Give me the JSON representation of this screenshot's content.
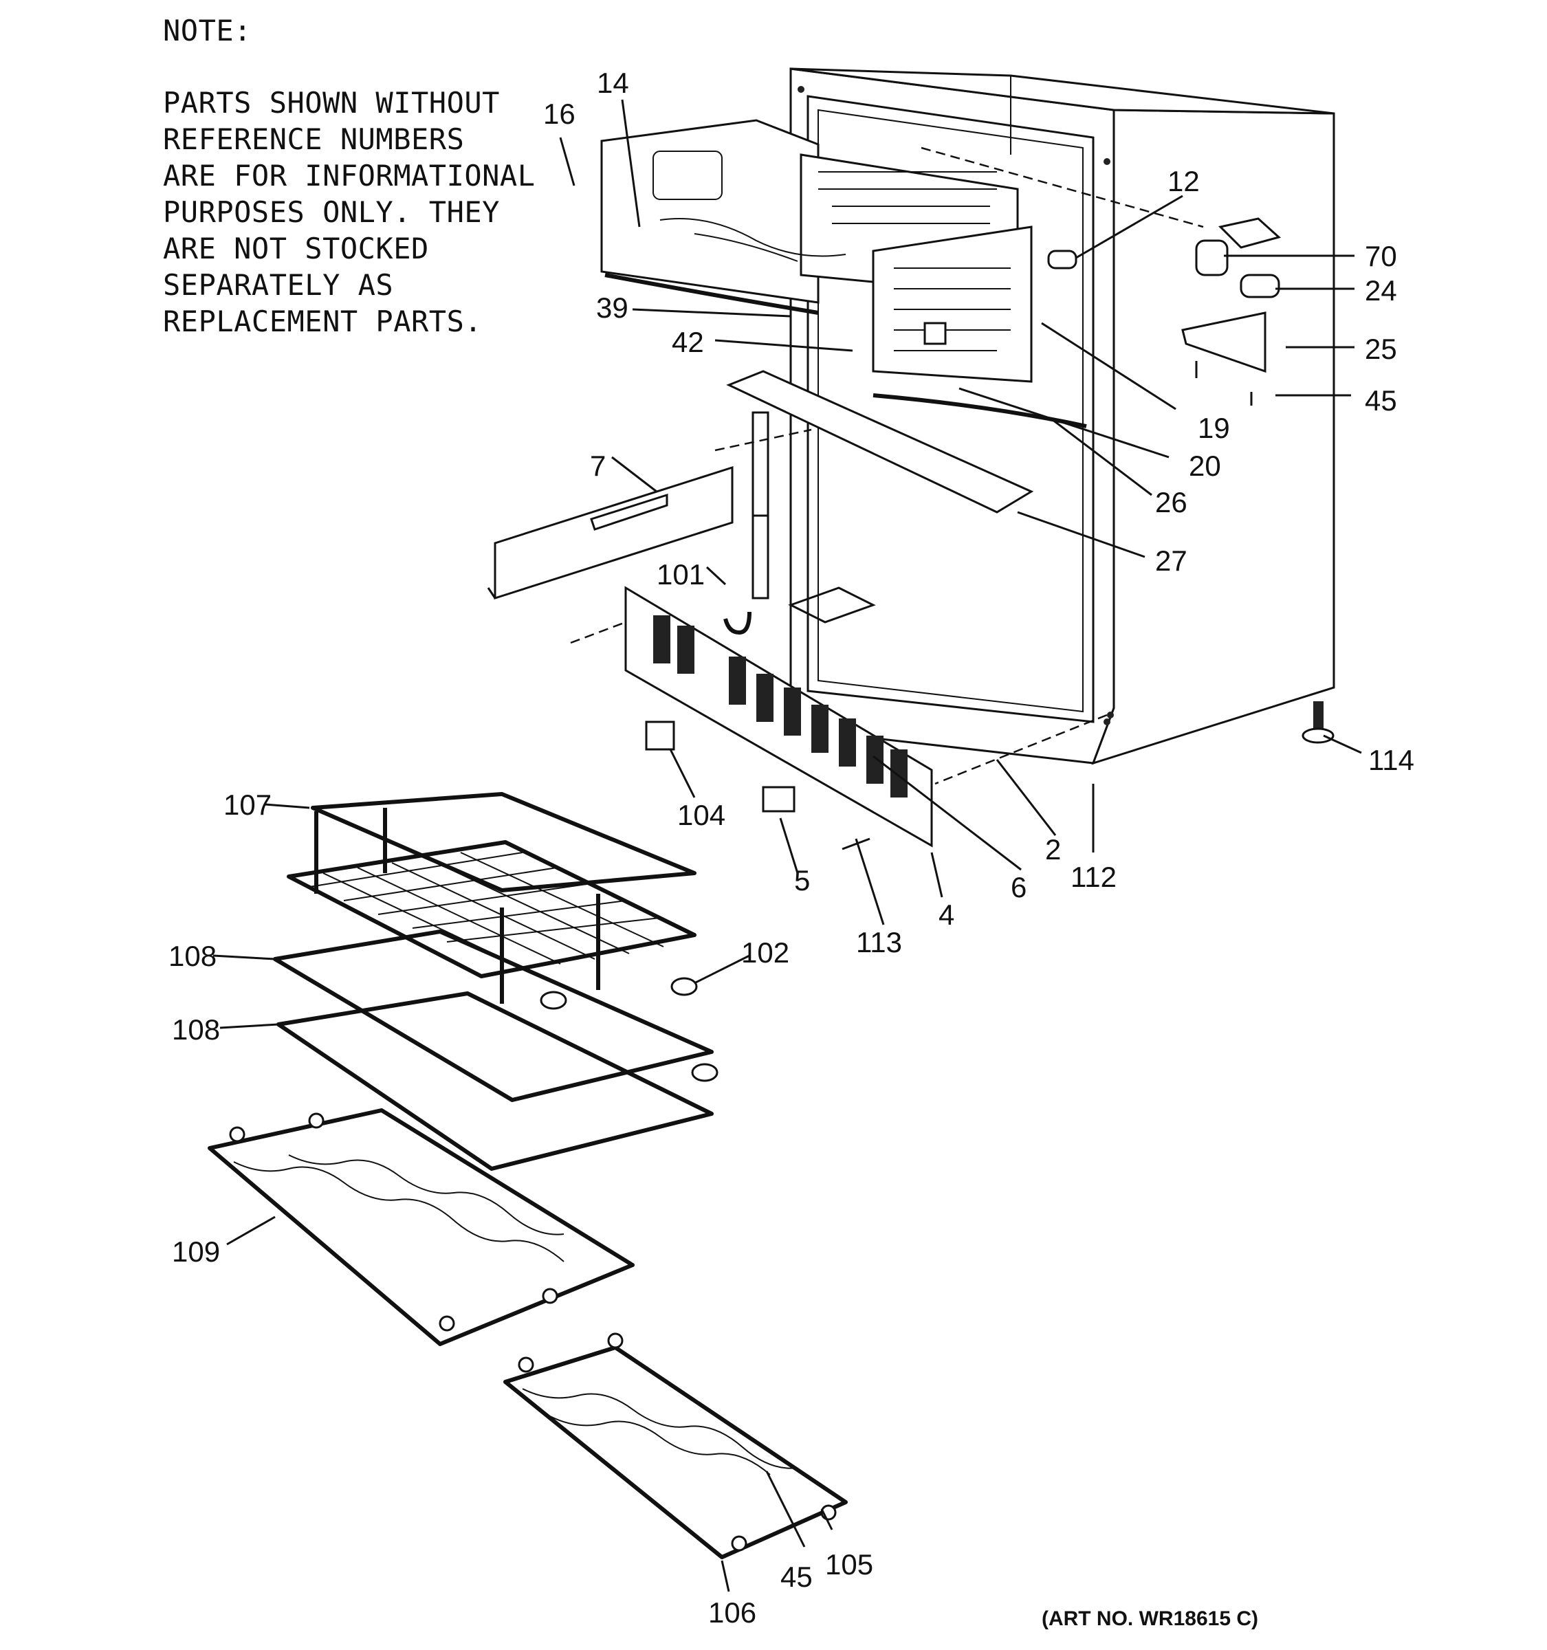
{
  "note": {
    "title": "NOTE:",
    "text": "PARTS SHOWN WITHOUT\nREFERENCE NUMBERS\nARE FOR INFORMATIONAL\nPURPOSES ONLY. THEY\nARE NOT STOCKED\nSEPARATELY AS\nREPLACEMENT PARTS."
  },
  "art_number": "(ART NO. WR18615 C)",
  "refs": {
    "r14": "14",
    "r16": "16",
    "r12": "12",
    "r70": "70",
    "r24": "24",
    "r25": "25",
    "r45a": "45",
    "r39": "39",
    "r42": "42",
    "r19": "19",
    "r20": "20",
    "r26": "26",
    "r7": "7",
    "r27": "27",
    "r101": "101",
    "r114": "114",
    "r104": "104",
    "r107": "107",
    "r5": "5",
    "r2": "2",
    "r112": "112",
    "r6": "6",
    "r4": "4",
    "r113": "113",
    "r108a": "108",
    "r102": "102",
    "r108b": "108",
    "r109": "109",
    "r45b": "45",
    "r105": "105",
    "r106": "106"
  }
}
